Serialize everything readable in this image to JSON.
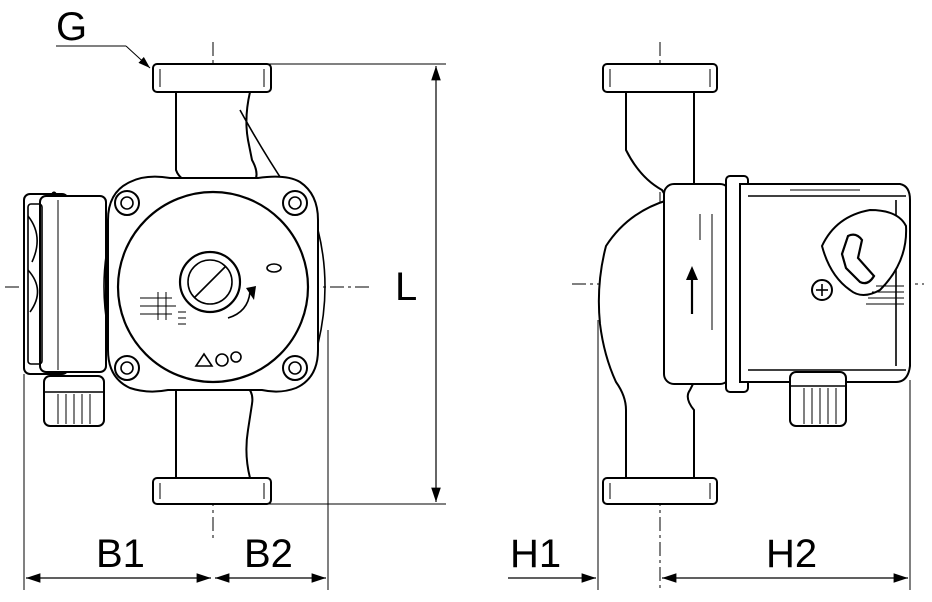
{
  "labels": {
    "g": "G",
    "l": "L",
    "b1": "B1",
    "b2": "B2",
    "h1": "H1",
    "h2": "H2"
  },
  "colors": {
    "line": "#000000",
    "background": "#ffffff"
  }
}
